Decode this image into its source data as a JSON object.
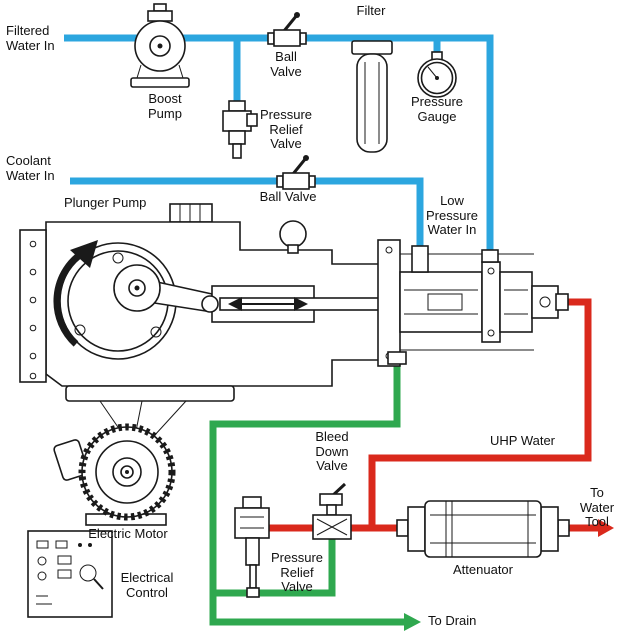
{
  "colors": {
    "low_pressure_water": "#2CA6DF",
    "uhp_water": "#DA291C",
    "drain_water": "#2FA84F",
    "line_art": "#1A1A1A"
  },
  "labels": {
    "filtered_water_in": "Filtered\nWater In",
    "boost_pump": "Boost\nPump",
    "ball_valve_supply": "Ball\nValve",
    "filter": "Filter",
    "pressure_gauge": "Pressure\nGauge",
    "pressure_relief_valve_supply": "Pressure\nRelief\nValve",
    "coolant_water_in": "Coolant\nWater In",
    "ball_valve_coolant": "Ball Valve",
    "plunger_pump": "Plunger Pump",
    "low_pressure_water_in": "Low\nPressure\nWater In",
    "uhp_water": "UHP Water",
    "electric_motor": "Electric Motor",
    "electrical_control": "Electrical\nControl",
    "bleed_down_valve": "Bleed\nDown\nValve",
    "pressure_relief_valve_drain": "Pressure\nRelief\nValve",
    "attenuator": "Attenuator",
    "to_water_tool": "To\nWater\nTool",
    "to_drain": "To Drain"
  }
}
